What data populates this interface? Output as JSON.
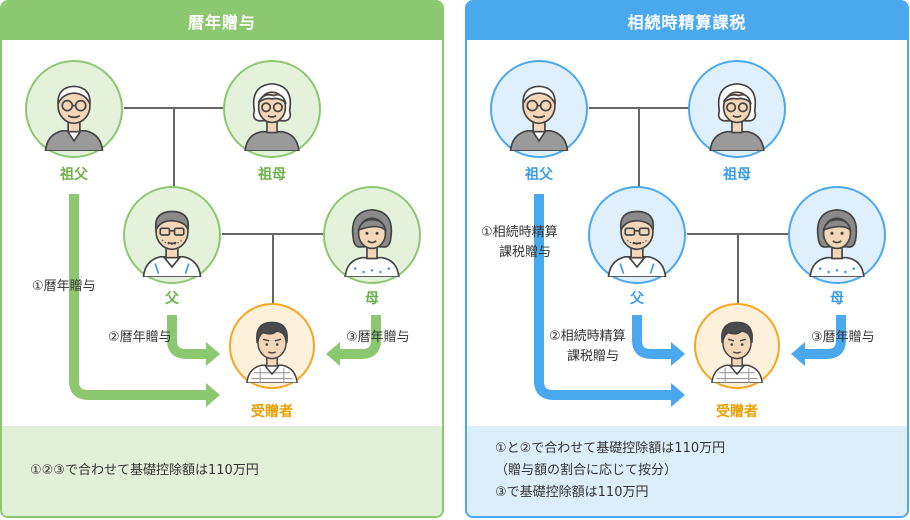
{
  "colors": {
    "green": "#8cc870",
    "green_label": "#6db04b",
    "green_face_bg": "#e4f2dc",
    "blue": "#4aa8ee",
    "blue_label": "#3a9ae6",
    "blue_face_bg": "#dff0fc",
    "recipient": "#f5a623",
    "recipient_bg": "#fdf1dc",
    "line": "#666666"
  },
  "left": {
    "title": "暦年贈与",
    "people": {
      "grandfather": "祖父",
      "grandmother": "祖母",
      "father": "父",
      "mother": "母",
      "recipient": "受贈者"
    },
    "flows": {
      "f1": "①暦年贈与",
      "f2": "②暦年贈与",
      "f3": "③暦年贈与"
    },
    "footer": [
      "①②③で合わせて基礎控除額は110万円"
    ]
  },
  "right": {
    "title": "相続時精算課税",
    "people": {
      "grandfather": "祖父",
      "grandmother": "祖母",
      "father": "父",
      "mother": "母",
      "recipient": "受贈者"
    },
    "flows": {
      "f1_line1": "①相続時精算",
      "f1_line2": "課税贈与",
      "f2_line1": "②相続時精算",
      "f2_line2": "課税贈与",
      "f3": "③暦年贈与"
    },
    "footer": [
      "①と②で合わせて基礎控除額は110万円",
      "（贈与額の割合に応じて按分）",
      "③で基礎控除額は110万円"
    ]
  },
  "icons": {
    "grandfather": "elderly-man-avatar-icon",
    "grandmother": "elderly-woman-avatar-icon",
    "father": "man-avatar-icon",
    "mother": "woman-avatar-icon",
    "recipient": "young-man-avatar-icon",
    "arrow": "arrow-icon"
  }
}
